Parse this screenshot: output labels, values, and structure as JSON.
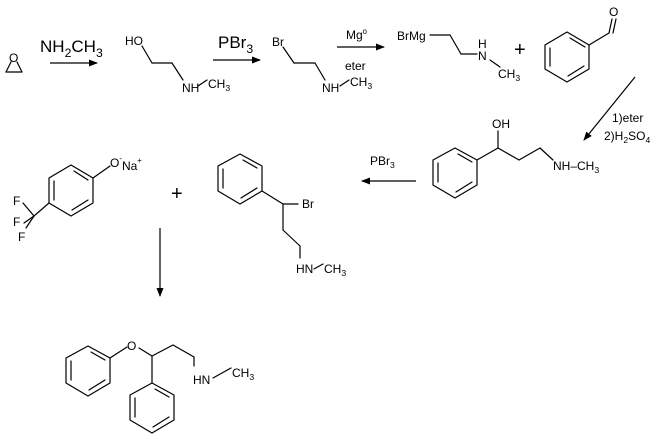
{
  "step1": {
    "reagent_main": "NH",
    "reagent_sub": "2",
    "reagent_tail": "CH",
    "reagent_sub2": "3"
  },
  "step2": {
    "reagent_main": "PBr",
    "reagent_sub": "3"
  },
  "step3": {
    "reagent_top": "Mg",
    "reagent_top_sup": "o",
    "reagent_bottom": "eter"
  },
  "step4": {
    "line1": "1)eter",
    "line2_pre": "2)H",
    "line2_sub1": "2",
    "line2_mid": "SO",
    "line2_sub2": "4"
  },
  "step5": {
    "reagent_main": "PBr",
    "reagent_sub": "3"
  },
  "atoms": {
    "O": "O",
    "HO": "HO",
    "OH": "OH",
    "Br": "Br",
    "BrMg": "BrMg",
    "N": "N",
    "H": "H",
    "NH": "NH",
    "HN": "HN",
    "CH3_pre": "CH",
    "CH3_sub": "3",
    "NH_CH3": "NH–CH",
    "N_CH3": "N–CH",
    "F": "F",
    "Na": "Na",
    "plus_sup": "+",
    "minus_sup": "-",
    "dash": "–"
  },
  "plus_sign": "+"
}
